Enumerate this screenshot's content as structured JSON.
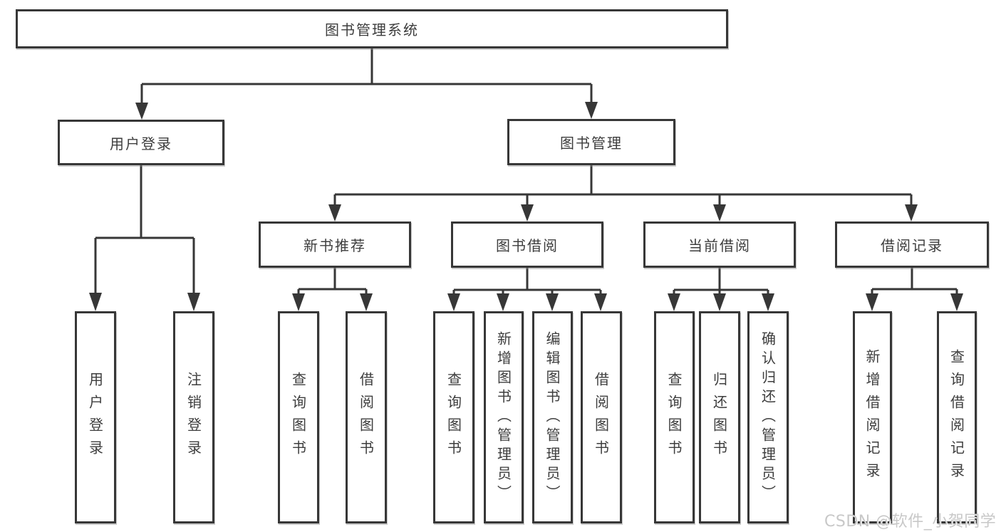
{
  "diagram_title": "图书管理系统",
  "watermark": "CSDN @软件_小贺同学",
  "colors": {
    "background": "#ffffff",
    "line": "#373737",
    "box_border": "#373737",
    "text": "#3d3d3d",
    "watermark": "#c8c8c8"
  },
  "tree": {
    "root": "图书管理系统",
    "level2": {
      "user_login": "用户登录",
      "book_mgmt": "图书管理"
    },
    "level3": {
      "new_books": "新书推荐",
      "book_borrow": "图书借阅",
      "current_borrow": "当前借阅",
      "borrow_records": "借阅记录"
    },
    "leaves": {
      "user_login": [
        "用户登录",
        "注销登录"
      ],
      "new_books": [
        "查询图书",
        "借阅图书"
      ],
      "book_borrow": [
        "查询图书",
        "新增图书（管理员）",
        "编辑图书（管理员）",
        "借阅图书"
      ],
      "current_borrow": [
        "查询图书",
        "归还图书",
        "确认归还（管理员）"
      ],
      "borrow_records": [
        "新增借阅记录",
        "查询借阅记录"
      ]
    }
  }
}
